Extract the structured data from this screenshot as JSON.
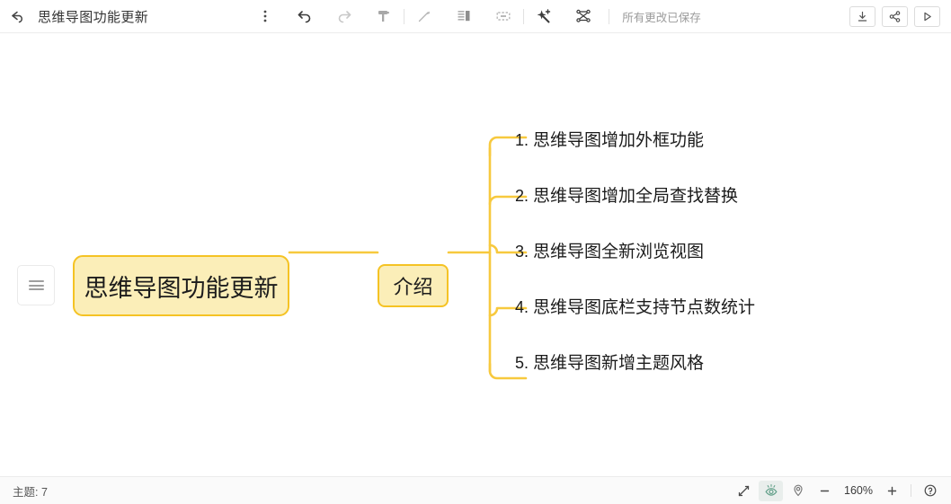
{
  "toolbar": {
    "back_icon": "back-arrow-icon",
    "title": "思维导图功能更新",
    "more_icon": "more-vertical-icon",
    "undo_icon": "undo-icon",
    "redo_icon": "redo-icon",
    "format_painter_icon": "format-painter-icon",
    "pen_icon": "pen-icon",
    "outline_icon": "outline-icon",
    "frame_icon": "frame-icon",
    "magic_icon": "magic-wand-plus-icon",
    "structure_icon": "structure-icon",
    "saved_status": "所有更改已保存",
    "download_icon": "download-icon",
    "share_icon": "share-icon",
    "present_icon": "play-present-icon"
  },
  "panel": {
    "settings_icon": "sliders-panel-icon"
  },
  "canvas": {
    "hamburger_icon": "hamburger-menu-icon",
    "root": {
      "label": "思维导图功能更新"
    },
    "branch": {
      "label": "介绍"
    },
    "leaves": [
      {
        "num": "1.",
        "label": "思维导图增加外框功能"
      },
      {
        "num": "2.",
        "label": "思维导图增加全局查找替换"
      },
      {
        "num": "3.",
        "label": "思维导图全新浏览视图"
      },
      {
        "num": "4.",
        "label": "思维导图底栏支持节点数统计"
      },
      {
        "num": "5.",
        "label": "思维导图新增主题风格"
      }
    ]
  },
  "statusbar": {
    "topic_count": "主题: 7",
    "fullscreen_icon": "fullscreen-arrows-icon",
    "eye_icon": "eye-visibility-icon",
    "locate_icon": "location-pin-icon",
    "zoom_out_icon": "minus-icon",
    "zoom_level": "160%",
    "zoom_in_icon": "plus-icon",
    "help_icon": "help-circle-icon"
  },
  "colors": {
    "node_fill": "#fbeeb8",
    "node_border": "#f5c324",
    "connector": "#f7c93e",
    "eye_active": "#63a08a"
  }
}
